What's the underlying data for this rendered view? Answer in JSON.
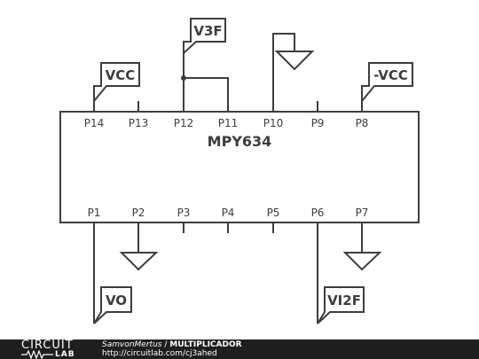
{
  "schematic": {
    "chip_name": "MPY634",
    "pins_top": [
      "P14",
      "P13",
      "P12",
      "P11",
      "P10",
      "P9",
      "P8"
    ],
    "pins_bottom": [
      "P1",
      "P2",
      "P3",
      "P4",
      "P5",
      "P6",
      "P7"
    ],
    "net_labels": {
      "vcc": "VCC",
      "v3f": "V3F",
      "neg_vcc": "-VCC",
      "vo": "VO",
      "vi2f": "VI2F"
    }
  },
  "footer": {
    "logo_top": "CIRCUIT",
    "logo_bottom": "LAB",
    "author": "SamvonMertus",
    "separator": " / ",
    "title": "MULTIPLICADOR",
    "url": "http://circuitlab.com/cj3ahed"
  }
}
